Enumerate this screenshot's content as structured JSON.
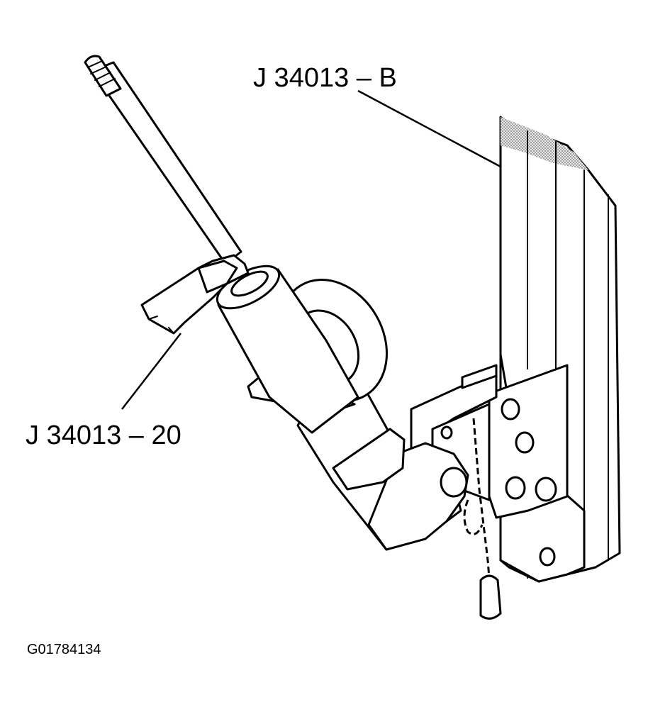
{
  "callouts": {
    "fixture": "J 34013 – B",
    "clamp": "J 34013 – 20"
  },
  "figure_id": "G01784134",
  "colors": {
    "ink": "#000000",
    "paper": "#ffffff",
    "stipple": "#9a9a9a"
  }
}
